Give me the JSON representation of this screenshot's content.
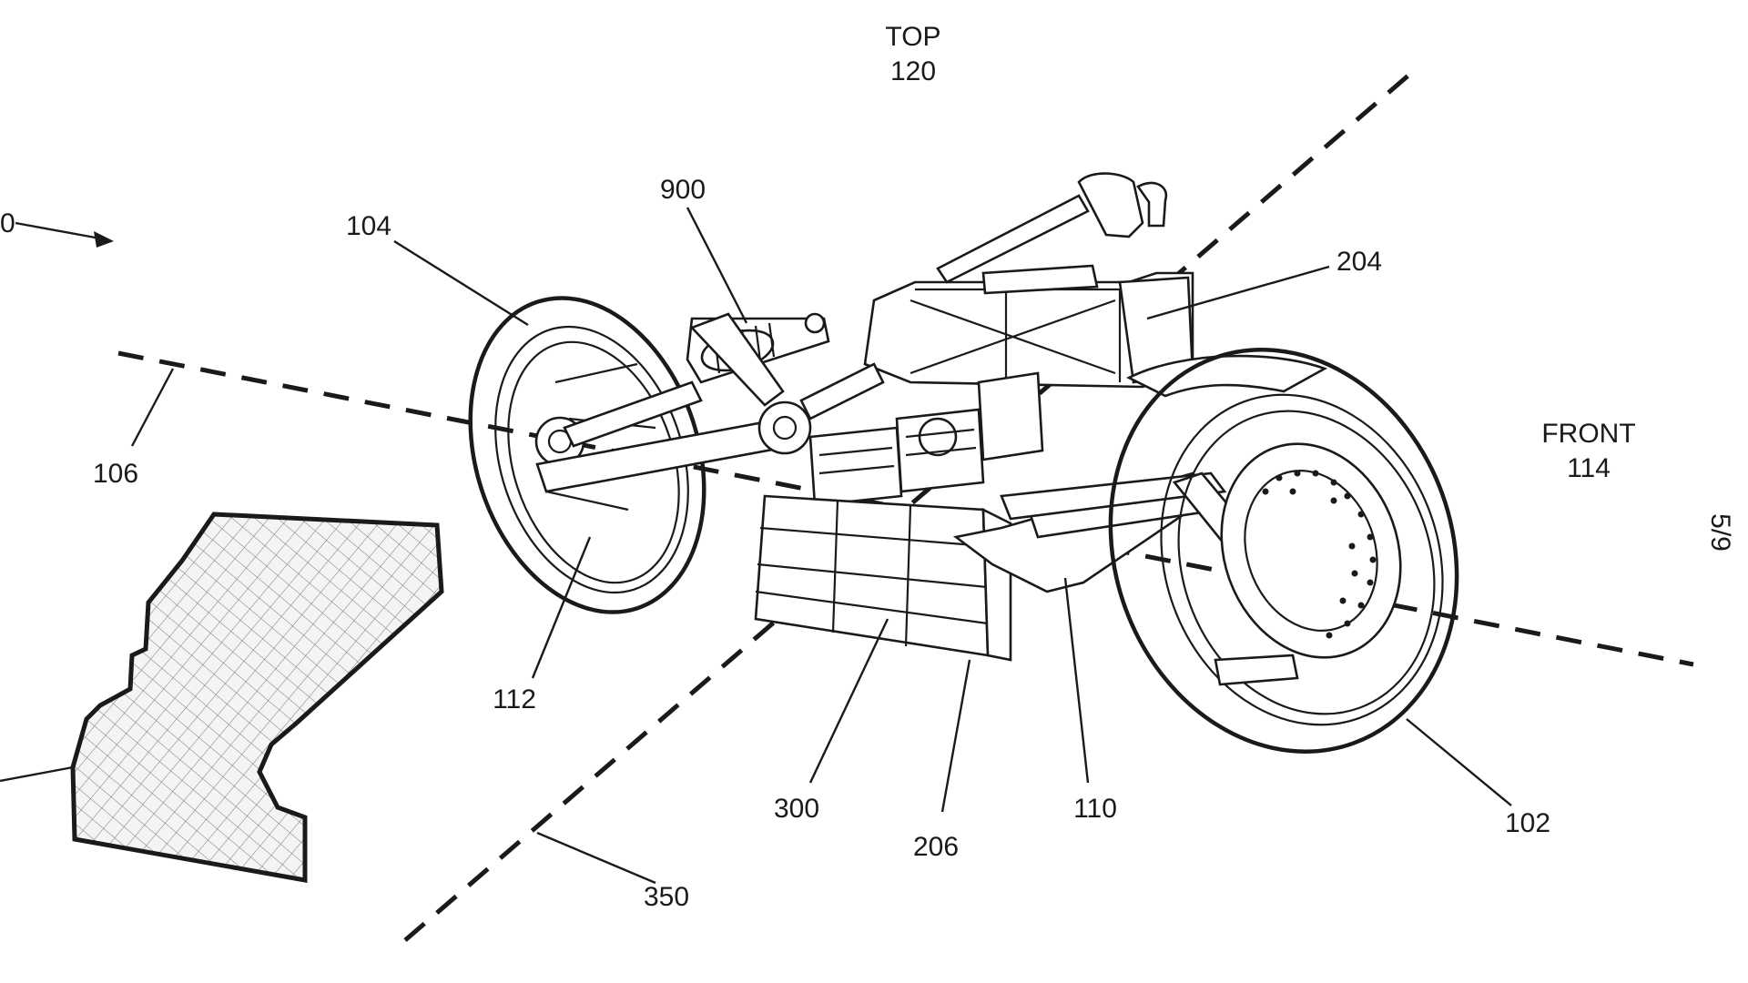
{
  "figure": {
    "sheet_number": "5/9",
    "orientation_labels": {
      "top": {
        "word": "TOP",
        "ref": "120"
      },
      "front": {
        "word": "FRONT",
        "ref": "114"
      }
    },
    "reference_numerals": {
      "figure_ref_partial": "0",
      "rear_wheel": "104",
      "shock_absorber": "900",
      "axis_line_longitudinal": "106",
      "component_top_right": "204",
      "swingarm_area": "112",
      "battery_pack": "300",
      "enclosure_bottom": "206",
      "front_frame": "110",
      "front_wheel": "102",
      "axis_line_lateral": "350"
    }
  }
}
